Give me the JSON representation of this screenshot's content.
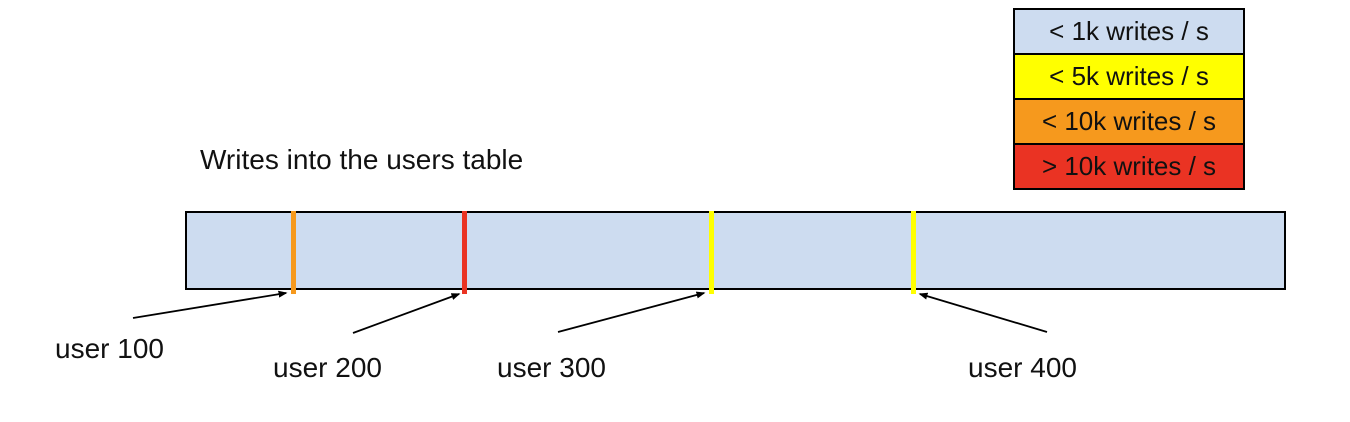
{
  "title": "Writes into the users table",
  "legend": {
    "items": [
      {
        "label": "< 1k writes / s",
        "color": "#cddcf0"
      },
      {
        "label": "< 5k writes / s",
        "color": "#ffff00"
      },
      {
        "label": "< 10k writes / s",
        "color": "#f6991d"
      },
      {
        "label": "> 10k writes / s",
        "color": "#ea3323"
      }
    ]
  },
  "bar": {
    "fill": "#cddcf0",
    "markers": [
      {
        "label": "user 100",
        "color": "#f6991d",
        "position_pct": 9.5,
        "rate": "< 10k writes / s"
      },
      {
        "label": "user 200",
        "color": "#ea3323",
        "position_pct": 25.1,
        "rate": "> 10k writes / s"
      },
      {
        "label": "user 300",
        "color": "#ffff00",
        "position_pct": 47.6,
        "rate": "< 5k writes / s"
      },
      {
        "label": "user 400",
        "color": "#ffff00",
        "position_pct": 66.0,
        "rate": "< 5k writes / s"
      }
    ]
  }
}
